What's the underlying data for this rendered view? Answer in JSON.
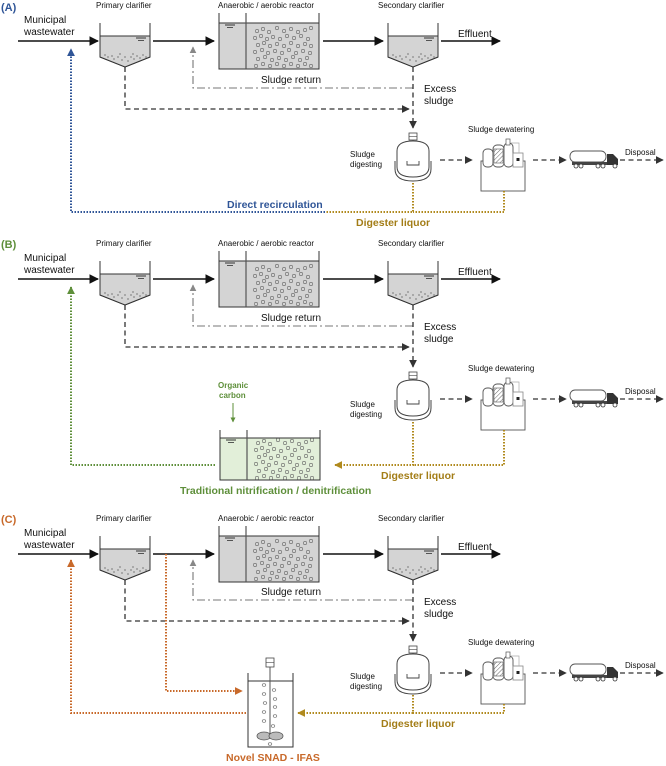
{
  "colors": {
    "blue": "#2f5597",
    "green": "#5e8f3a",
    "green_fill": "#e2efd9",
    "orange": "#c8692a",
    "gold": "#b08a1e",
    "black": "#111111",
    "gray": "#777777"
  },
  "common": {
    "municipal": "Municipal",
    "wastewater": "wastewater",
    "primary_clarifier": "Primary clarifier",
    "reactor": "Anaerobic / aerobic reactor",
    "secondary_clarifier": "Secondary clarifier",
    "effluent": "Effluent",
    "sludge_return": "Sludge return",
    "excess": "Excess",
    "sludge": "sludge",
    "sludge_word": "Sludge",
    "digesting": "digesting",
    "sludge_dewatering": "Sludge dewatering",
    "disposal": "Disposal",
    "digester_liquor": "Digester liquor"
  },
  "panels": [
    {
      "id": "A",
      "label": "(A)",
      "recirc_label": "Direct recirculation"
    },
    {
      "id": "B",
      "label": "(B)",
      "organic1": "Organic",
      "organic2": "carbon",
      "treatment_label": "Traditional nitrification / denitrification"
    },
    {
      "id": "C",
      "label": "(C)",
      "treatment_label": "Novel SNAD - IFAS"
    }
  ]
}
